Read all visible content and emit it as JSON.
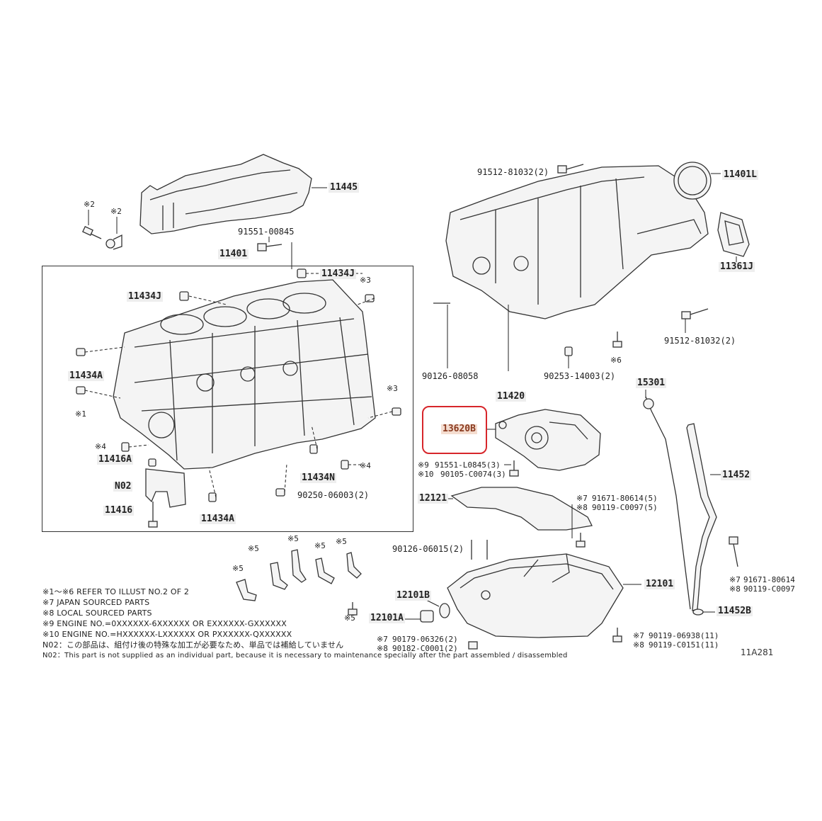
{
  "diagram_code": "11A281",
  "selected_part": "13620B",
  "labels": {
    "l11445": "11445",
    "l91551_00845": "91551-00845",
    "l11401": "11401",
    "l11434J_a": "11434J",
    "l11434J_b": "11434J",
    "l11434A_a": "11434A",
    "l11434A_b": "11434A",
    "l11416A": "11416A",
    "l11416": "11416",
    "lN02": "N02",
    "l11434N": "11434N",
    "l90250": "90250-06003(2)",
    "l91512_top": "91512-81032(2)",
    "l91512_r": "91512-81032(2)",
    "l11401L": "11401L",
    "l11361J": "11361J",
    "l90126_08058": "90126-08058",
    "l11420": "11420",
    "l90253": "90253-14003(2)",
    "l15301": "15301",
    "l13620B": "13620B",
    "l91551_L0845": "91551-L0845(3)",
    "l90105": "90105-C0074(3)",
    "l12121": "12121",
    "l91671_a": "91671-80614(5)",
    "l90119_C0097_a": "90119-C0097(5)",
    "l90126_06015": "90126-06015(2)",
    "l11452": "11452",
    "l12101": "12101",
    "l12101B": "12101B",
    "l12101A": "12101A",
    "l90179": "90179-06326(2)",
    "l90182": "90182-C0001(2)",
    "l90119_06938": "90119-06938(11)",
    "l90119_C0151": "90119-C0151(11)",
    "l91671_b": "91671-80614",
    "l90119_C0097_b": "90119-C0097",
    "l11452B": "11452B"
  },
  "marks": {
    "m2a": "※2",
    "m2b": "※2",
    "m3a": "※3",
    "m3b": "※3",
    "m1": "※1",
    "m4a": "※4",
    "m4b": "※4",
    "m6": "※6",
    "m9": "※9",
    "m10": "※10",
    "m7a": "※7",
    "m8a": "※8",
    "m5a": "※5",
    "m5b": "※5",
    "m5c": "※5",
    "m5d": "※5",
    "m5e": "※5",
    "m5f": "※5",
    "m7b": "※7",
    "m8b": "※8",
    "m7c": "※7",
    "m8c": "※8",
    "m7d": "※7",
    "m8d": "※8"
  },
  "notes": [
    "※1〜※6 REFER TO ILLUST NO.2 OF 2",
    "※7  JAPAN SOURCED PARTS",
    "※8  LOCAL SOURCED PARTS",
    "※9  ENGINE NO.=0XXXXXX-6XXXXXX OR EXXXXXX-GXXXXXX",
    "※10 ENGINE NO.=HXXXXXX-LXXXXXX OR PXXXXXX-QXXXXXX",
    "N02：この部品は、組付け後の特殊な加工が必要なため、単品では補給していません",
    "N02：This part is not supplied as an individual part, because it is necessary to maintenance specially after the part assembled / disassembled"
  ]
}
